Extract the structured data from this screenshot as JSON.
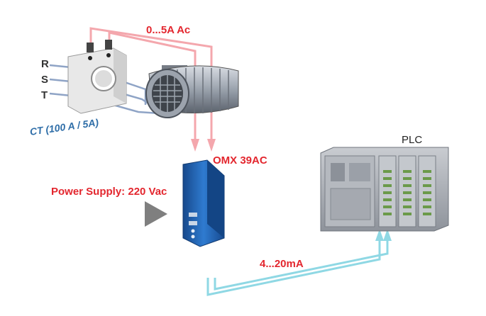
{
  "labels": {
    "current_range": "0...5A Ac",
    "phase_r": "R",
    "phase_s": "S",
    "phase_t": "T",
    "ct_rating": "CT (100 A / 5A)",
    "module_name": "OMX 39AC",
    "power_supply": "Power Supply: 220 Vac",
    "plc": "PLC",
    "output_signal": "4...20mA"
  },
  "colors": {
    "signal_red": "#f4a7ad",
    "signal_cyan": "#8fd8e4",
    "phase_line": "#8fa4c6",
    "label_red": "#e3262e",
    "ct_blue": "#2f6ea8",
    "module_blue": "#1f5fb0"
  },
  "icons": [
    "current-transformer-icon",
    "motor-icon",
    "transmitter-module-icon",
    "plc-icon",
    "power-arrow-icon"
  ]
}
